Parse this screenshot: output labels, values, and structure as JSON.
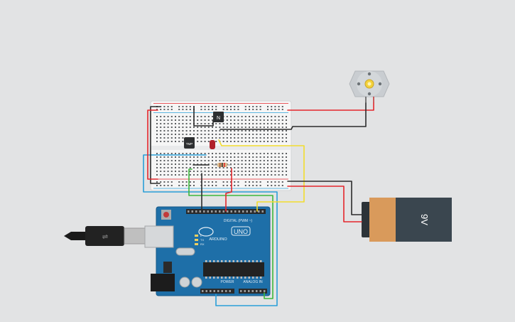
{
  "scene": {
    "battery": {
      "label": "9V"
    },
    "transistor_npn": {
      "label": "N"
    },
    "temp_sensor": {
      "label": "TMP"
    },
    "arduino": {
      "brand": "ARDUINO",
      "model": "UNO",
      "power_header": "POWER",
      "analog_header": "ANALOG IN",
      "digital_header": "DIGITAL (PWM ~)",
      "tx_label": "TX",
      "rx_label": "RX",
      "l_label": "L"
    }
  },
  "colors": {
    "background": "#e2e3e4",
    "breadboard": "#f4f4f4",
    "rail_red": "#e4262c",
    "rail_blue": "#2a9fd8",
    "wire_black": "#2b2b2b",
    "wire_red": "#e4262c",
    "wire_yellow": "#f2dc2e",
    "wire_green": "#3cb83c",
    "wire_blue": "#2a9fd8",
    "arduino_board": "#1e6fa8",
    "battery_body": "#3a464f",
    "battery_label": "#d99a5b",
    "motor": "#c8ccd0",
    "led": "#b0202a"
  }
}
